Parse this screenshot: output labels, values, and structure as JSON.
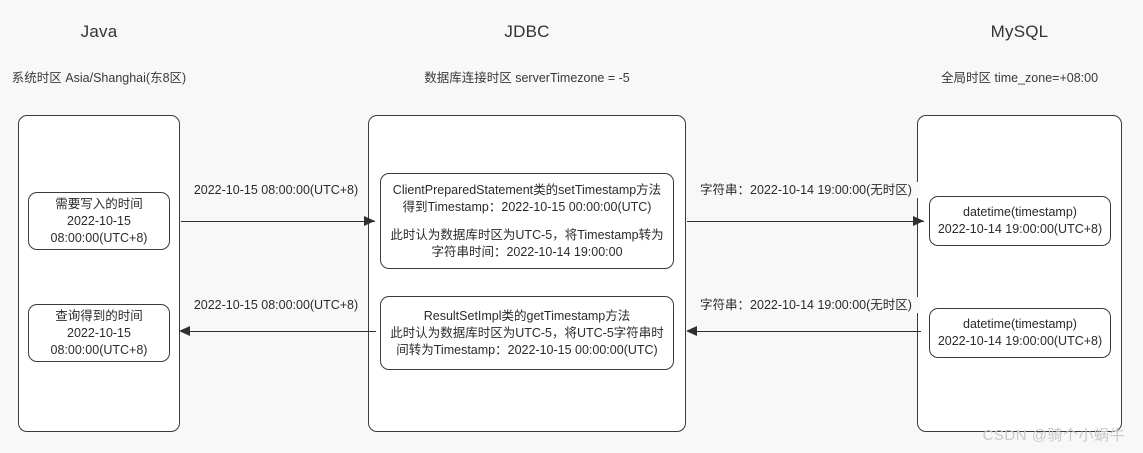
{
  "columns": [
    {
      "title": "Java",
      "sub_line1": "系统时区",
      "sub_line2": "Asia/Shanghai(东8区)"
    },
    {
      "title": "JDBC",
      "sub_line1": "数据库连接时区",
      "sub_line2": "serverTimezone = -5"
    },
    {
      "title": "MySQL",
      "sub_line1": "全局时区",
      "sub_line2": "time_zone=+08:00"
    }
  ],
  "java": {
    "write_box": {
      "line1": "需要写入的时间",
      "line2": "2022-10-15",
      "line3": "08:00:00(UTC+8)"
    },
    "read_box": {
      "line1": "查询得到的时间",
      "line2": "2022-10-15",
      "line3": "08:00:00(UTC+8)"
    }
  },
  "jdbc": {
    "set_box": {
      "line1": "ClientPreparedStatement类的setTimestamp方法",
      "line2": "得到Timestamp：2022-10-15 00:00:00(UTC)",
      "line3": "此时认为数据库时区为UTC-5，将Timestamp转为",
      "line4": "字符串时间：2022-10-14 19:00:00"
    },
    "get_box": {
      "line1": "ResultSetImpl类的getTimestamp方法",
      "line2": "此时认为数据库时区为UTC-5，将UTC-5字符串时",
      "line3": "间转为Timestamp：2022-10-15 00:00:00(UTC)"
    }
  },
  "mysql": {
    "store_box": {
      "line1": "datetime(timestamp)",
      "line2": "2022-10-14 19:00:00(UTC+8)"
    },
    "query_box": {
      "line1": "datetime(timestamp)",
      "line2": "2022-10-14 19:00:00(UTC+8)"
    }
  },
  "connectors": {
    "java_to_jdbc": "2022-10-15 08:00:00(UTC+8)",
    "jdbc_to_mysql": "字符串：2022-10-14 19:00:00(无时区)",
    "mysql_to_jdbc": "字符串：2022-10-14 19:00:00(无时区)",
    "jdbc_to_java": "2022-10-15 08:00:00(UTC+8)"
  },
  "watermark": "CSDN @骑个小蜗牛",
  "colors": {
    "background": "#f8f8f8",
    "box_fill": "#ffffff",
    "stroke": "#3b3b3b",
    "text": "#2b2b2b",
    "watermark": "#c9c9c9"
  }
}
